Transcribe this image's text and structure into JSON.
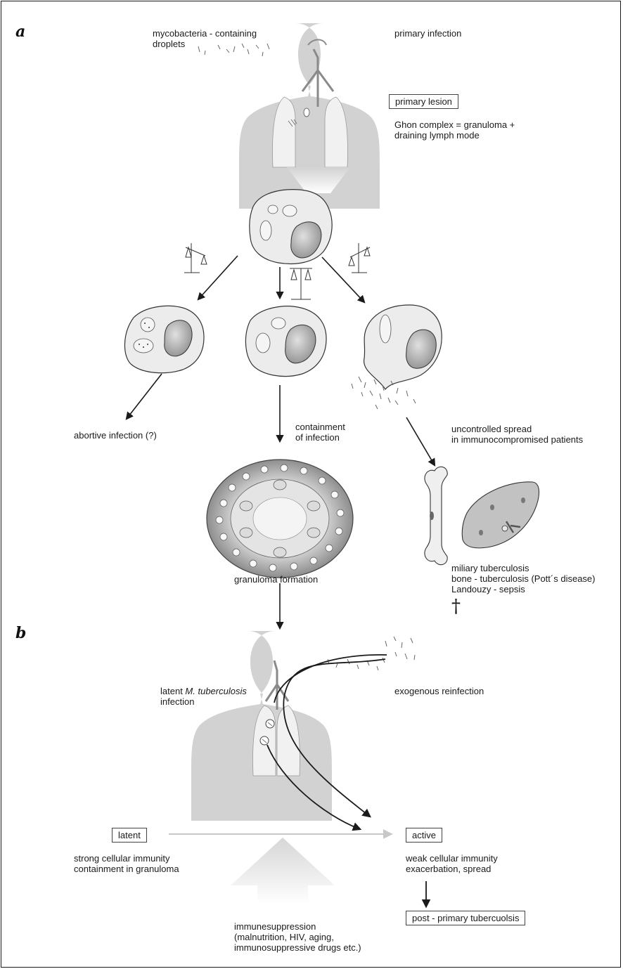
{
  "panels": {
    "a": "a",
    "b": "b"
  },
  "part_a": {
    "droplets": "mycobacteria - containing\ndroplets",
    "primary_infection": "primary infection",
    "primary_lesion": "primary lesion",
    "ghon_complex": "Ghon complex = granuloma +\ndraining lymph mode",
    "abortive": "abortive infection (?)",
    "containment": "containment\nof infection",
    "uncontrolled": "uncontrolled spread\nin immunocompromised patients",
    "granuloma_formation": "granuloma formation",
    "outcomes": "miliary tuberculosis\nbone - tuberculosis (Pott´s disease)\nLandouzy - sepsis",
    "dagger": "†"
  },
  "part_b": {
    "latent_infection_prefix": "latent ",
    "latent_infection_species": "M. tuberculosis",
    "latent_infection_suffix": "infection",
    "exogenous": "exogenous reinfection",
    "latent_box": "latent",
    "latent_desc": "strong cellular immunity\ncontainment in granuloma",
    "active_box": "active",
    "active_desc": "weak cellular immunity\nexacerbation, spread",
    "post_primary_box": "post - primary tubercuolsis",
    "immunesuppression": "immunesuppression\n(malnutrition, HIV, aging,\nimmunosuppressive drugs etc.)"
  },
  "colors": {
    "body": "#d2d2d2",
    "lung": "#f1f1f1",
    "cell": "#ececec",
    "nucleus": "#9c9c9c",
    "granuloma": "#8a8a8a",
    "arrow": "#1a1a1a",
    "faint_arrow": "#c8c8c8"
  }
}
